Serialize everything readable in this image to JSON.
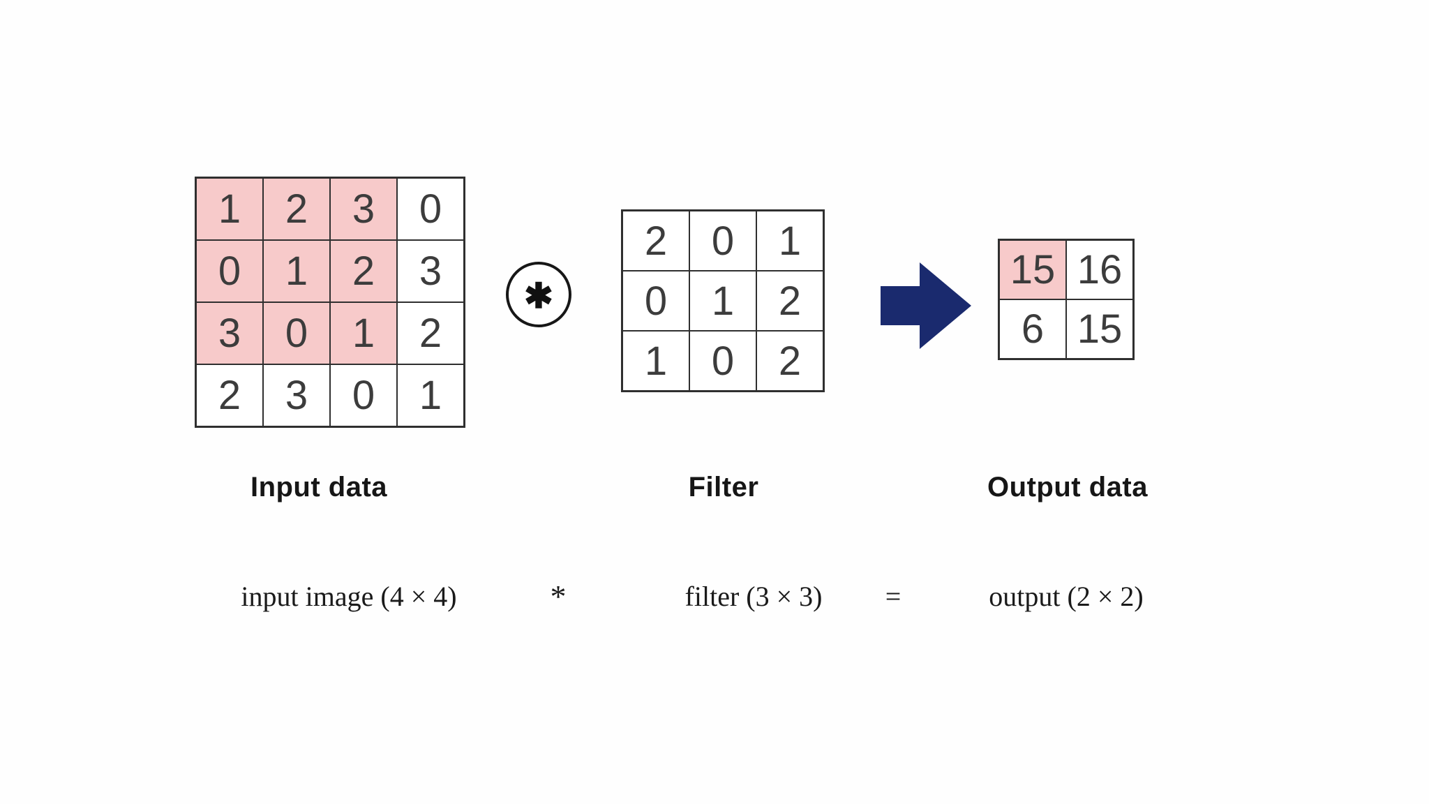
{
  "colors": {
    "background": "#fefefe",
    "highlight": "#f7caca",
    "grid_border": "#2f2f2f",
    "number": "#3c3c3c",
    "arrow": "#1a2a6e",
    "label": "#161616",
    "equation": "#1a1a1a"
  },
  "operator": {
    "symbol": "✱",
    "name": "convolution-operator"
  },
  "grids": {
    "input": {
      "label": "Input data",
      "rows": [
        [
          1,
          2,
          3,
          0
        ],
        [
          0,
          1,
          2,
          3
        ],
        [
          3,
          0,
          1,
          2
        ],
        [
          2,
          3,
          0,
          1
        ]
      ],
      "highlight": [
        [
          0,
          0
        ],
        [
          0,
          1
        ],
        [
          0,
          2
        ],
        [
          1,
          0
        ],
        [
          1,
          1
        ],
        [
          1,
          2
        ],
        [
          2,
          0
        ],
        [
          2,
          1
        ],
        [
          2,
          2
        ]
      ]
    },
    "filter": {
      "label": "Filter",
      "rows": [
        [
          2,
          0,
          1
        ],
        [
          0,
          1,
          2
        ],
        [
          1,
          0,
          2
        ]
      ],
      "highlight": []
    },
    "output": {
      "label": "Output data",
      "rows": [
        [
          15,
          16
        ],
        [
          6,
          15
        ]
      ],
      "highlight": [
        [
          0,
          0
        ]
      ]
    }
  },
  "equation": {
    "input_term": "input image (4 × 4)",
    "operator": "*",
    "filter_term": "filter (3 × 3)",
    "equals": "=",
    "output_term": "output (2 × 2)"
  }
}
